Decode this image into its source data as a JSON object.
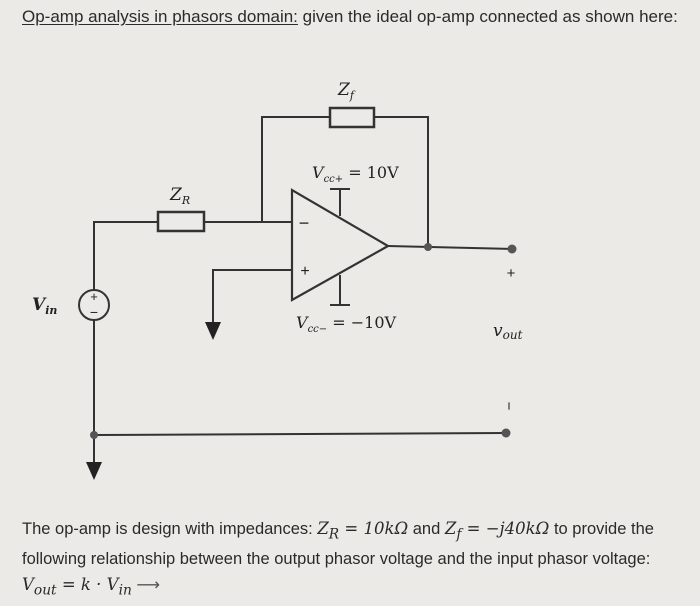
{
  "heading": {
    "title": "Op-amp analysis in phasors domain:",
    "rest": " given the ideal op-amp connected as shown here:"
  },
  "circuit": {
    "zf_label": "Z",
    "zf_sub": "f",
    "zr_label": "Z",
    "zr_sub": "R",
    "vccp_label": "V",
    "vccp_sub": "cc+",
    "vccp_value": " = 10V",
    "vccm_label": "V",
    "vccm_sub": "cc−",
    "vccm_value": " = −10V",
    "vin_label": "V",
    "vin_sub": "in",
    "vout_label": "v",
    "vout_sub": "out",
    "inverting_sign": "−",
    "noninverting_sign": "+",
    "source_plus": "+",
    "source_minus": "−",
    "out_plus": "+",
    "out_minus": "−"
  },
  "footer": {
    "line1_a": "The op-amp is design with impedances: ",
    "zr_expr": "Z",
    "zr_sub": "R",
    "zr_val": " = 10kΩ",
    "and": " and ",
    "zf_expr": "Z",
    "zf_sub": "f",
    "zf_val": " = −j40kΩ",
    "line1_b": " to provide the",
    "line2": "following relationship between the output phasor voltage and the input phasor voltage:",
    "eq_v": "V",
    "eq_sub": "out",
    "eq_rest": " = k · V",
    "eq_sub2": "in",
    "arrow": "⟶"
  }
}
